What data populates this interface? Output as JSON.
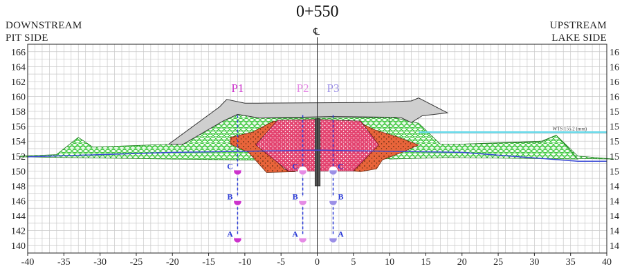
{
  "title": "0+550",
  "centerline_symbol": "℄",
  "left_header": {
    "line1": "DOWNSTREAM",
    "line2": "PIT SIDE"
  },
  "right_header": {
    "line1": "UPSTREAM",
    "line2": "LAKE SIDE"
  },
  "x_axis": {
    "min": -40,
    "max": 40,
    "ticks": [
      -40,
      -35,
      -30,
      -25,
      -20,
      -15,
      -10,
      -5,
      0,
      5,
      10,
      15,
      20,
      25,
      30,
      35,
      40
    ]
  },
  "y_axis": {
    "min": 139,
    "max": 167,
    "left_ticks": [
      140,
      142,
      144,
      146,
      148,
      150,
      152,
      154,
      156,
      158,
      160,
      162,
      164,
      166
    ],
    "right_labels": [
      "14",
      "14",
      "14",
      "14",
      "14",
      "15",
      "15",
      "15",
      "15",
      "15",
      "16",
      "16",
      "16",
      "16"
    ]
  },
  "water_level_label": "WTS 155.2 (mm)",
  "water_level_elev": 155.2,
  "piezometers": [
    {
      "name": "P1",
      "x": -11,
      "color": "#cc33cc",
      "sensors": [
        {
          "label": "C",
          "elev": 150.0
        },
        {
          "label": "B",
          "elev": 145.9
        },
        {
          "label": "A",
          "elev": 140.9
        }
      ]
    },
    {
      "name": "P2",
      "x": -2,
      "color": "#e58be5",
      "sensors": [
        {
          "label": "C",
          "elev": 150.0
        },
        {
          "label": "B",
          "elev": 145.9
        },
        {
          "label": "A",
          "elev": 140.9
        }
      ]
    },
    {
      "name": "P3",
      "x": 2.2,
      "color": "#9b8fe6",
      "sensors": [
        {
          "label": "C",
          "elev": 150.0
        },
        {
          "label": "B",
          "elev": 145.9
        },
        {
          "label": "A",
          "elev": 140.9
        }
      ]
    }
  ],
  "colors": {
    "grid": "#c9c9c9",
    "rockfill": "#2fc42f",
    "filter": "#e8643a",
    "core": "#e3416e",
    "cap": "#cfcfcf",
    "ground": "#3a49d6",
    "water": "#63d8e8",
    "sensor_label": "#2a3ad6"
  }
}
